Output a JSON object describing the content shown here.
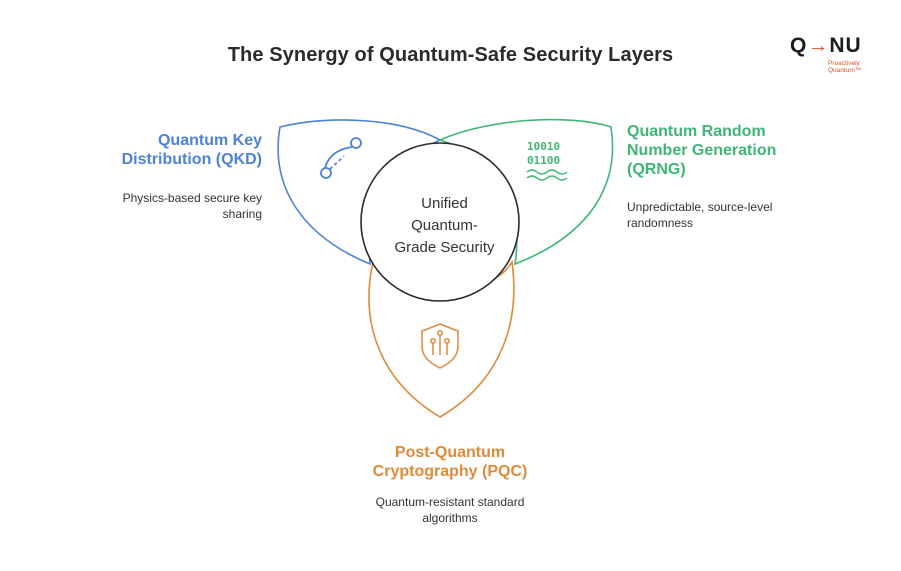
{
  "title": "The Synergy of Quantum-Safe Security Layers",
  "logo": {
    "main_left": "Q",
    "arrow": "→",
    "main_right": "NU",
    "tagline_1": "Proactively",
    "tagline_2": "Quantum™"
  },
  "center": {
    "line1": "Unified",
    "line2": "Quantum-",
    "line3": "Grade Security"
  },
  "qkd": {
    "heading_1": "Quantum Key",
    "heading_2": "Distribution (QKD)",
    "desc_1": "Physics-based secure key",
    "desc_2": "sharing",
    "color": "#4d82d6",
    "icon": "key-exchange-icon"
  },
  "qrng": {
    "heading_1": "Quantum Random",
    "heading_2": "Number Generation",
    "heading_3": "(QRNG)",
    "desc_1": "Unpredictable, source-level",
    "desc_2": "randomness",
    "color": "#3fb676",
    "icon": "binary-wave-icon",
    "bits_1": "10010",
    "bits_2": "01100"
  },
  "pqc": {
    "heading_1": "Post-Quantum",
    "heading_2": "Cryptography (PQC)",
    "desc_1": "Quantum-resistant standard",
    "desc_2": "algorithms",
    "color": "#df8a38",
    "icon": "shield-circuit-icon"
  }
}
